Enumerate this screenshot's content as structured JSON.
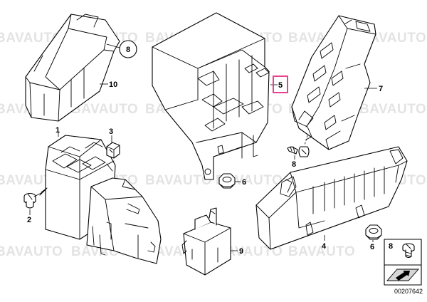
{
  "watermark": "BAVAUTO",
  "callouts": {
    "c1": "1",
    "c2": "2",
    "c3": "3",
    "c4": "4",
    "c5": "5",
    "c6a": "6",
    "c6b": "6",
    "c7": "7",
    "c8a": "8",
    "c8b": "8",
    "c9": "9",
    "c10": "10"
  },
  "legend": {
    "number": "8"
  },
  "catalog_number": "00207642",
  "colors": {
    "highlight": "#e8418e",
    "line": "#000000",
    "watermark": "#9a9a9a"
  }
}
